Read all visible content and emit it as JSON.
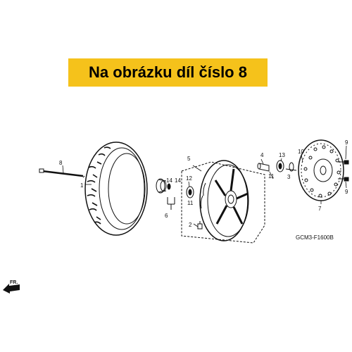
{
  "banner": {
    "text": "Na obrázku díl číslo 8"
  },
  "diagram_code": "GCM3-F1600B",
  "direction": {
    "label": "FR.",
    "icon": "front-arrow-icon"
  },
  "callouts": {
    "c1": "1",
    "c2": "2",
    "c3": "3",
    "c4": "4",
    "c5": "5",
    "c6": "6",
    "c7": "7",
    "c8": "8",
    "c9a": "9",
    "c9b": "9",
    "c10": "10",
    "c11a": "11",
    "c11b": "11",
    "c12": "12",
    "c13": "13",
    "c14a": "14",
    "c14b": "14"
  },
  "colors": {
    "banner_bg": "#f5c21b",
    "banner_text": "#000000",
    "line": "#111111"
  }
}
